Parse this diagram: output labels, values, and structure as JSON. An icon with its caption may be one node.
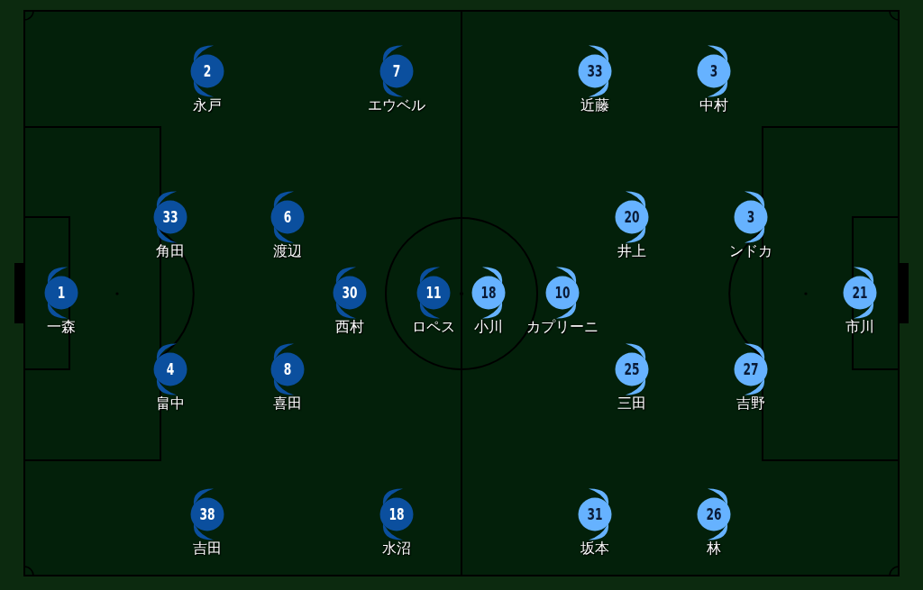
{
  "diagram": {
    "nodes": [
      {
        "text": [
          "2"
        ],
        "beside": [
          "永戸"
        ]
      },
      {
        "text": [
          "7"
        ],
        "beside": [
          "エウベル"
        ]
      },
      {
        "text": [
          "33"
        ],
        "beside": [
          "近藤"
        ]
      },
      {
        "text": [
          "3"
        ],
        "beside": [
          "中村"
        ]
      },
      {
        "text": [
          "33"
        ],
        "beside": [
          "角田"
        ]
      },
      {
        "text": [
          "6"
        ],
        "beside": [
          "渡辺"
        ]
      },
      {
        "text": [
          "20"
        ],
        "beside": [
          "井上"
        ]
      },
      {
        "text": [
          "3"
        ],
        "beside": [
          "ンドカ"
        ]
      },
      {
        "text": [
          "1"
        ],
        "beside": [
          "一森"
        ]
      },
      {
        "text": [
          "30"
        ],
        "beside": [
          "西村"
        ]
      },
      {
        "text": [
          "11"
        ],
        "beside": [
          "ロペス"
        ]
      },
      {
        "text": [
          "18"
        ],
        "beside": [
          "小川"
        ]
      },
      {
        "text": [
          "10"
        ],
        "beside": [
          "カプリーニ"
        ]
      },
      {
        "text": [
          "21"
        ],
        "beside": [
          "市川"
        ]
      },
      {
        "text": [
          "4"
        ],
        "beside": [
          "畠中"
        ]
      },
      {
        "text": [
          "8"
        ],
        "beside": [
          "喜田"
        ]
      },
      {
        "text": [
          "25"
        ],
        "beside": [
          "三田"
        ]
      },
      {
        "text": [
          "27"
        ],
        "beside": [
          "吉野"
        ]
      },
      {
        "text": [
          "38"
        ],
        "beside": [
          "吉田"
        ]
      },
      {
        "text": [
          "18"
        ],
        "beside": [
          "水沼"
        ]
      },
      {
        "text": [
          "31"
        ],
        "beside": [
          "坂本"
        ]
      },
      {
        "text": [
          "26"
        ],
        "beside": [
          "林"
        ]
      }
    ]
  }
}
